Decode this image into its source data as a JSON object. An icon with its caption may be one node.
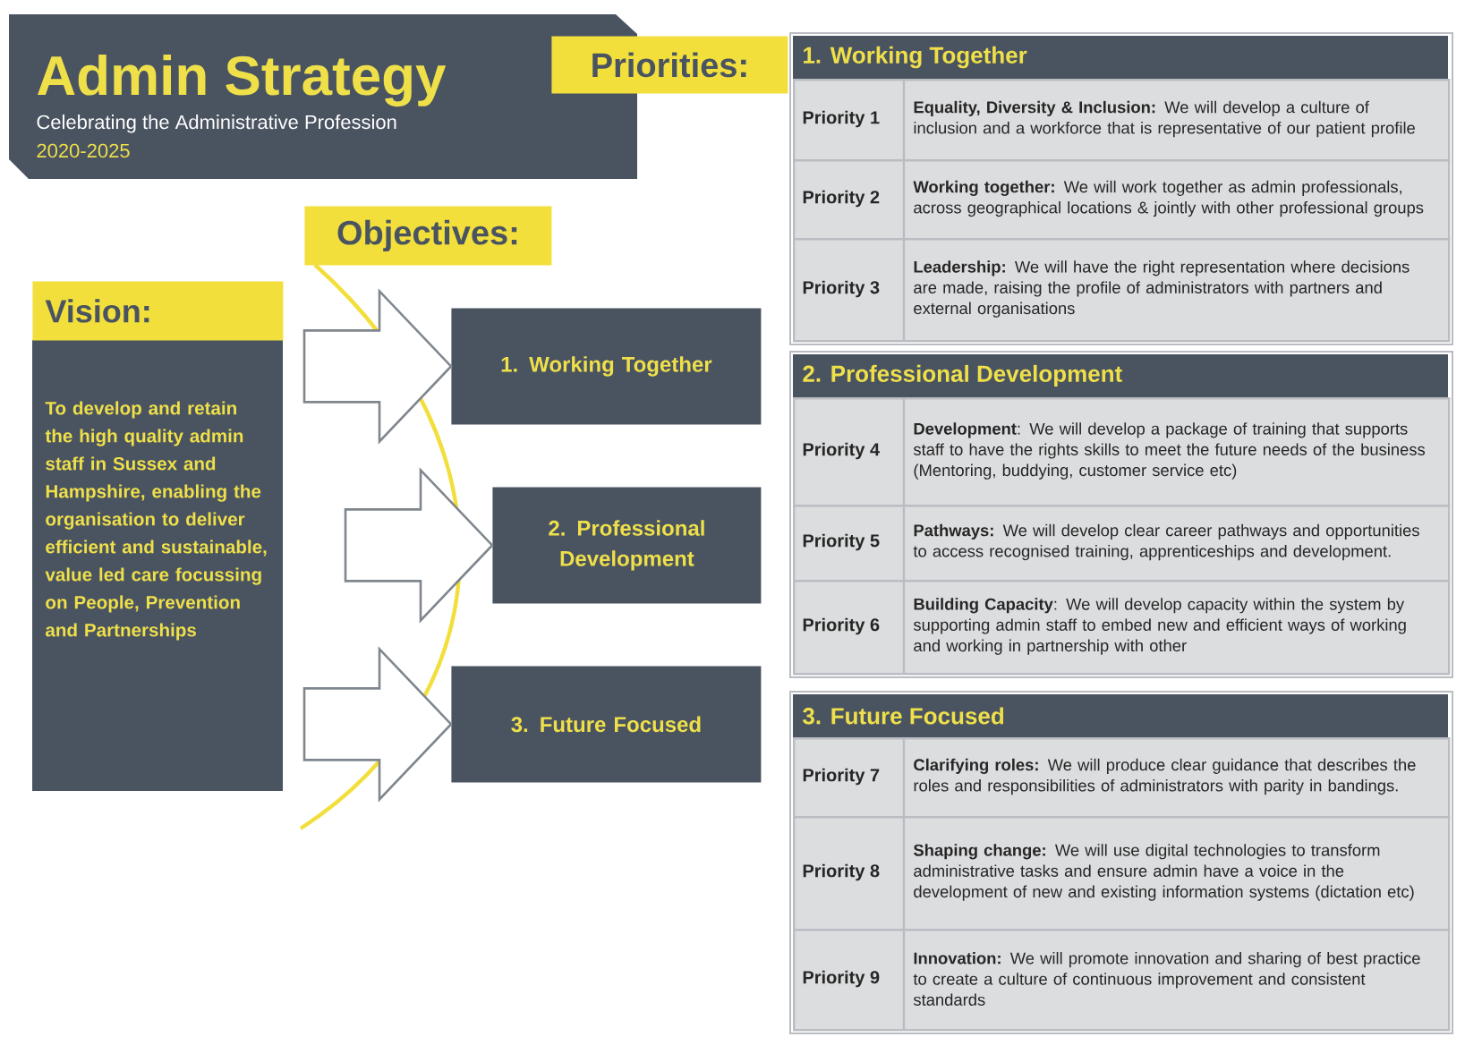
{
  "diagram": {
    "nodes": [
      {
        "text": [
          "Admin Strategy",
          "Celebrating the Administrative Profession",
          "2020-2025"
        ]
      },
      {
        "text": [
          "Priorities:"
        ]
      },
      {
        "text": [
          "Objectives:"
        ]
      },
      {
        "text": [
          "Vision:",
          "To develop and retain the high quality admin staff in Sussex and Hampshire, enabling the organisation to deliver efficient and sustainable, value led care focussing on People, Prevention and Partnerships"
        ]
      },
      {
        "text": [
          "1. Working Together"
        ]
      },
      {
        "text": [
          "2. Professional Development"
        ]
      },
      {
        "text": [
          "3. Future Focused"
        ]
      },
      {
        "text": [
          "1. Working Together"
        ]
      },
      {
        "text": [
          "Priority 1",
          "**Equality, Diversity & Inclusion:** We will develop a culture of inclusion and a workforce that is representative of our patient profile"
        ],
        "in": 7
      },
      {
        "text": [
          "Priority 2",
          "**Working together:** We will work together as admin professionals, across geographical locations & jointly with other professional groups"
        ],
        "in": 7
      },
      {
        "text": [
          "Priority 3",
          "**Leadership:** We will have the right representation where decisions are made, raising the profile of administrators with partners and  external organisations"
        ],
        "in": 7
      },
      {
        "text": [
          "2. Professional Development"
        ]
      },
      {
        "text": [
          "Priority 4",
          "**Development**: We will develop a package of training that supports staff to have the rights skills to meet the future needs of the business (Mentoring, buddying, customer service etc)"
        ],
        "in": 11
      },
      {
        "text": [
          "Priority 5",
          "**Pathways:** We will develop clear career pathways and opportunities   to access recognised training, apprenticeships and development."
        ],
        "in": 11
      },
      {
        "text": [
          "Priority 6",
          "**Building Capacity**: We will develop capacity within the system by supporting admin staff to embed new and efficient ways of working and working in partnership with other"
        ],
        "in": 11
      },
      {
        "text": [
          "3. Future Focused"
        ]
      },
      {
        "text": [
          "Priority 7",
          "**Clarifying roles:** We will produce clear guidance that describes the roles and responsibilities of administrators with parity in bandings."
        ],
        "in": 15
      },
      {
        "text": [
          "Priority 8",
          "**Shaping change:**  We will use digital technologies to transform administrative tasks and ensure admin have a voice in the development of new and existing information systems (dictation etc)"
        ],
        "in": 15
      },
      {
        "text": [
          "Priority 9",
          "**Innovation:** We will promote innovation and sharing of best practice to create a culture of continuous improvement and consistent standards"
        ],
        "in": 15
      }
    ],
    "edges": [
      {
        "from": null,
        "to": 4,
        "arrow": "to"
      },
      {
        "from": null,
        "to": 5,
        "arrow": "to"
      },
      {
        "from": null,
        "to": 6,
        "arrow": "to"
      }
    ]
  }
}
